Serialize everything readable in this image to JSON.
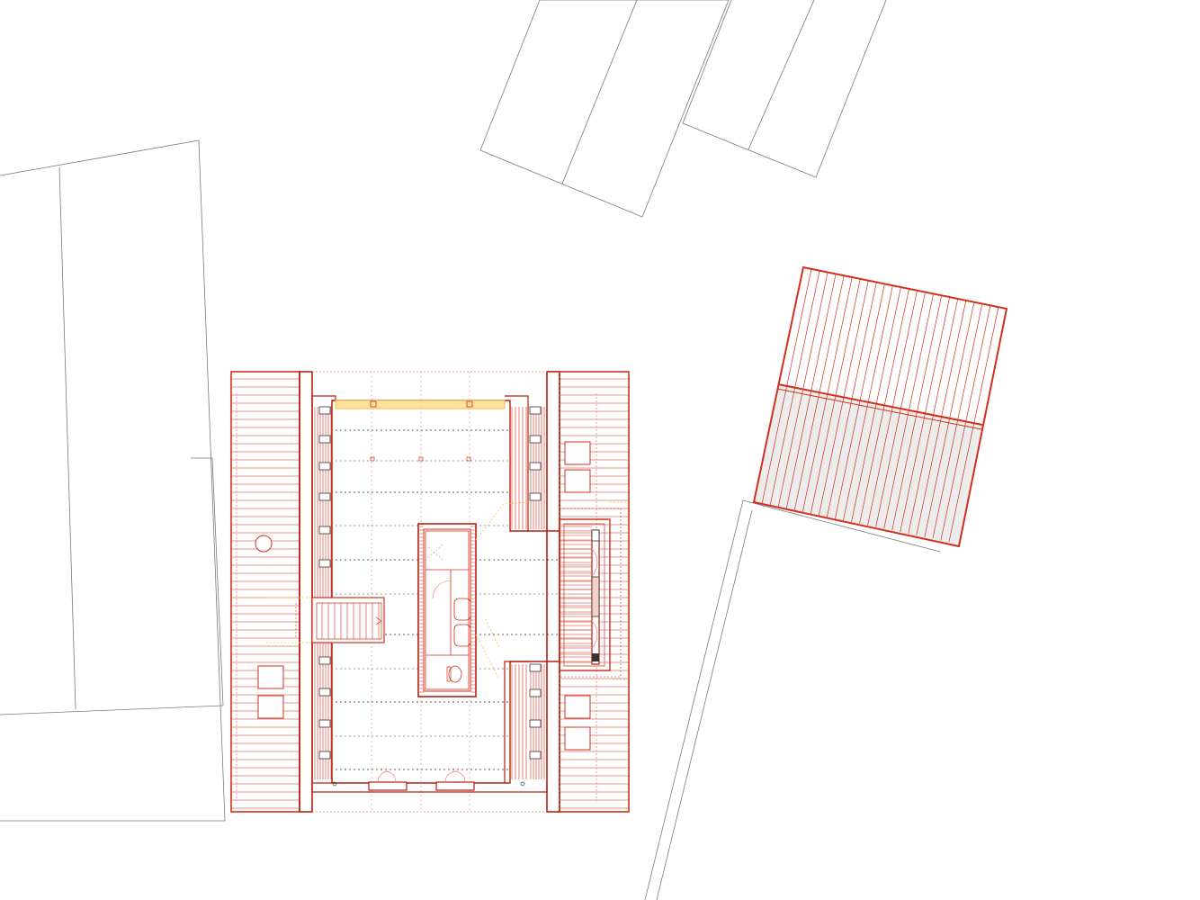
{
  "drawing": {
    "colors": {
      "background": "#ffffff",
      "context_line": "#7a7a7a",
      "roof_red": "#d0301c",
      "roof_light": "#e8836f",
      "wall_dark": "#b51f10",
      "accent_yellow": "#f4c04a",
      "neighbor_fill": "#ececec",
      "hatch_dark": "#333333"
    },
    "elements": {
      "context_buildings": "site-context",
      "main_roof": "roof-plan",
      "attic_floor": "attic-floor-plan",
      "staircase": "staircase",
      "bathroom_core": "bathroom-core",
      "dormer": "dormer",
      "skylights": "roof-windows",
      "neighbor_roof": "neighbor-roof"
    }
  }
}
